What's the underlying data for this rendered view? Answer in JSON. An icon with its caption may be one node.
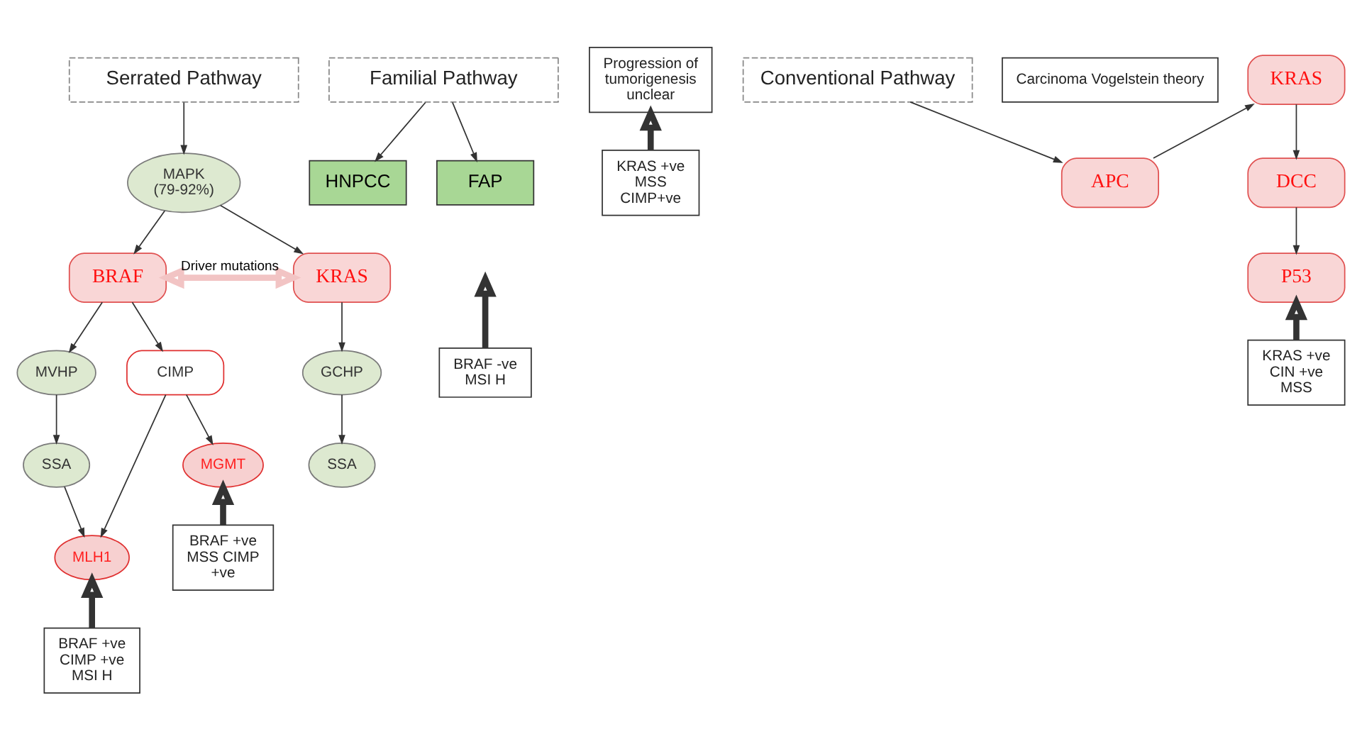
{
  "diagram": {
    "nodes": [
      {
        "text": [
          "Serrated Pathway"
        ]
      },
      {
        "text": [
          "MAPK (79-92%)"
        ]
      },
      {
        "text": [
          "BRAF"
        ]
      },
      {
        "text": [
          "KRAS"
        ]
      },
      {
        "text": [
          "MVHP"
        ]
      },
      {
        "text": [
          "CIMP"
        ]
      },
      {
        "text": [
          "GCHP"
        ]
      },
      {
        "text": [
          "SSA"
        ]
      },
      {
        "text": [
          "SSA"
        ]
      },
      {
        "text": [
          "MLH1"
        ]
      },
      {
        "text": [
          "MGMT"
        ]
      },
      {
        "text": [
          "Progression of tumorigenesis unclear"
        ]
      },
      {
        "text": [
          "BRAF +ve CIMP +ve MSI H"
        ]
      },
      {
        "text": [
          "BRAF +ve MSS CIMP +ve"
        ]
      },
      {
        "text": [
          "KRAS +ve MSS CIMP+ve"
        ]
      },
      {
        "text": [
          "Conventional Pathway"
        ]
      },
      {
        "text": [
          "Carcinoma Vogelstein theory"
        ]
      },
      {
        "text": [
          "APC"
        ]
      },
      {
        "text": [
          "KRAS"
        ]
      },
      {
        "text": [
          "DCC"
        ]
      },
      {
        "text": [
          "P53"
        ]
      },
      {
        "text": [
          "KRAS +ve CIN +ve MSS"
        ]
      },
      {
        "text": [
          "Familial Pathway"
        ]
      },
      {
        "text": [
          "HNPCC"
        ]
      },
      {
        "text": [
          "FAP"
        ]
      },
      {
        "text": [
          "BRAF -ve MSI H"
        ]
      }
    ],
    "edges": [
      {
        "from": 0,
        "to": 1,
        "arrow": "to"
      },
      {
        "from": 1,
        "to": 2,
        "arrow": "to"
      },
      {
        "from": 1,
        "to": 3,
        "arrow": "to"
      },
      {
        "from": 2,
        "to": 3,
        "arrow": "both",
        "label": "Driver mutations",
        "style": "thick",
        "color": "#f2c4c4"
      },
      {
        "from": 2,
        "to": 4,
        "arrow": "to"
      },
      {
        "from": 2,
        "to": 5,
        "arrow": "to"
      },
      {
        "from": 3,
        "to": 6,
        "arrow": "to"
      },
      {
        "from": 4,
        "to": 7,
        "arrow": "to"
      },
      {
        "from": 6,
        "to": 8,
        "arrow": "to"
      },
      {
        "from": 7,
        "to": 9,
        "arrow": "to"
      },
      {
        "from": 5,
        "to": 9,
        "arrow": "to"
      },
      {
        "from": 5,
        "to": 10,
        "arrow": "to"
      },
      {
        "from": 12,
        "to": 9,
        "arrow": "to",
        "style": "thick"
      },
      {
        "from": 13,
        "to": 10,
        "arrow": "to",
        "style": "thick"
      },
      {
        "from": 14,
        "to": 11,
        "arrow": "to",
        "style": "thick"
      },
      {
        "from": 15,
        "to": 17,
        "arrow": "to"
      },
      {
        "from": 17,
        "to": 18,
        "arrow": "to"
      },
      {
        "from": 18,
        "to": 19,
        "arrow": "to"
      },
      {
        "from": 19,
        "to": 20,
        "arrow": "to"
      },
      {
        "from": 21,
        "to": 20,
        "arrow": "to",
        "style": "thick"
      },
      {
        "from": 22,
        "to": 23,
        "arrow": "to"
      },
      {
        "from": 22,
        "to": 24,
        "arrow": "to"
      },
      {
        "from": 25,
        "to": null,
        "arrow": "to",
        "style": "thick"
      }
    ]
  }
}
